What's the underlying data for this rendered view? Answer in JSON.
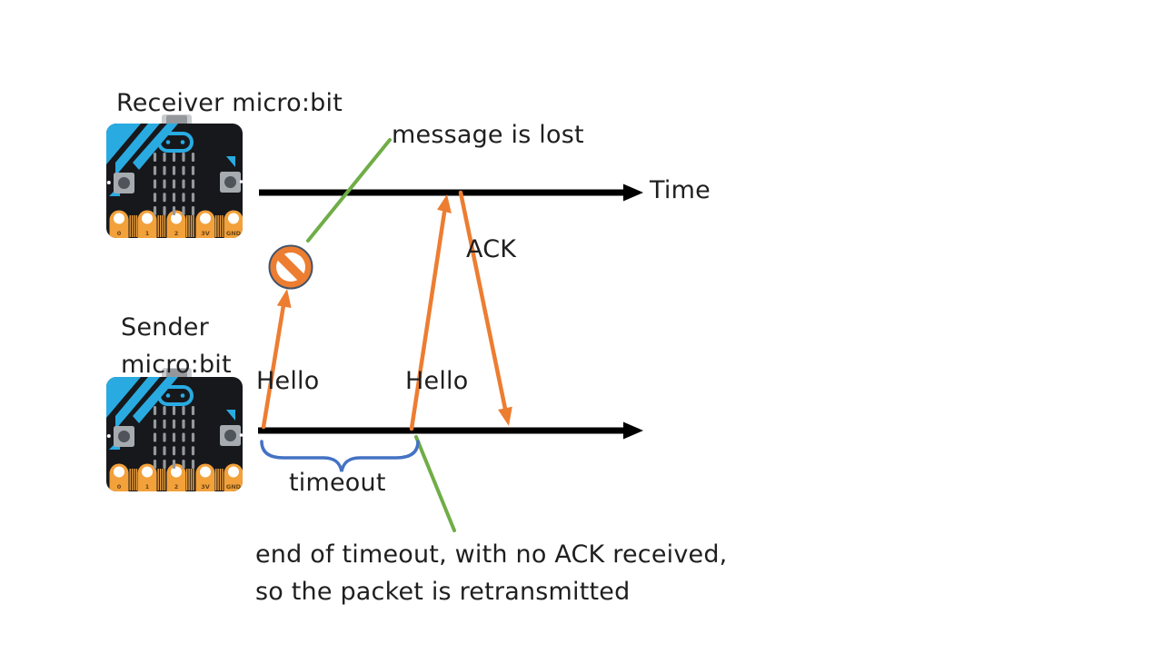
{
  "title": "micro:bit radio timeout and retransmission diagram",
  "colors": {
    "arrow_orange": "#ED7D31",
    "callout_green": "#70AD47",
    "brace_blue": "#4472C4",
    "timeline_black": "#000000",
    "prohibition_fill": "#ED7D31",
    "prohibition_border": "#44546A",
    "microbit_body": "#17181C",
    "microbit_blue": "#29ABE2",
    "microbit_gold": "#F2A13B",
    "text": "#1F1F1F"
  },
  "labels": {
    "receiver": "Receiver micro:bit",
    "sender_line1": "Sender",
    "sender_line2": "micro:bit",
    "time": "Time",
    "ack": "ACK",
    "hello_first": "Hello",
    "hello_second": "Hello",
    "message_lost": "message is lost",
    "timeout": "timeout",
    "explanation_line1": "end of timeout, with no ACK received,",
    "explanation_line2": "so the packet is retransmitted"
  },
  "microbit": {
    "pins": [
      "0",
      "1",
      "2",
      "3V",
      "GND"
    ]
  }
}
